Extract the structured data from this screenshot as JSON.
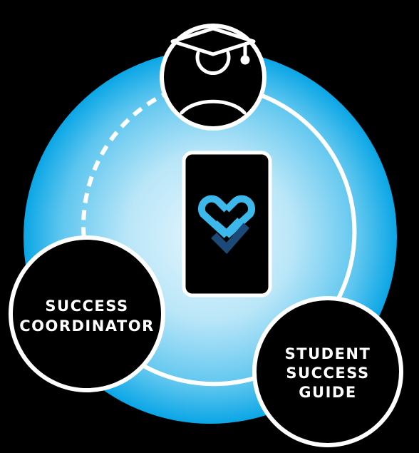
{
  "diagram": {
    "colors": {
      "background": "#000000",
      "ring_outer": "#0aa6e6",
      "ring_inner": "#b9e6f8",
      "stroke": "#ffffff",
      "node_fill": "#000000",
      "logo_light": "#3cb8ea",
      "logo_dark": "#1c4a78"
    },
    "nodes": {
      "student": {
        "icon": "graduate-student-icon"
      },
      "app": {
        "icon": "heart-check-logo-icon",
        "device": "smartphone-icon"
      },
      "coordinator": {
        "label_lines": [
          "SUCCESS",
          "COORDINATOR"
        ]
      },
      "guide": {
        "label_lines": [
          "STUDENT",
          "SUCCESS",
          "GUIDE"
        ]
      }
    },
    "connections": [
      {
        "from": "student",
        "to": "coordinator",
        "style": "dashed"
      },
      {
        "from": "student",
        "to": "guide",
        "style": "solid"
      },
      {
        "from": "coordinator",
        "to": "guide",
        "style": "solid"
      }
    ]
  }
}
